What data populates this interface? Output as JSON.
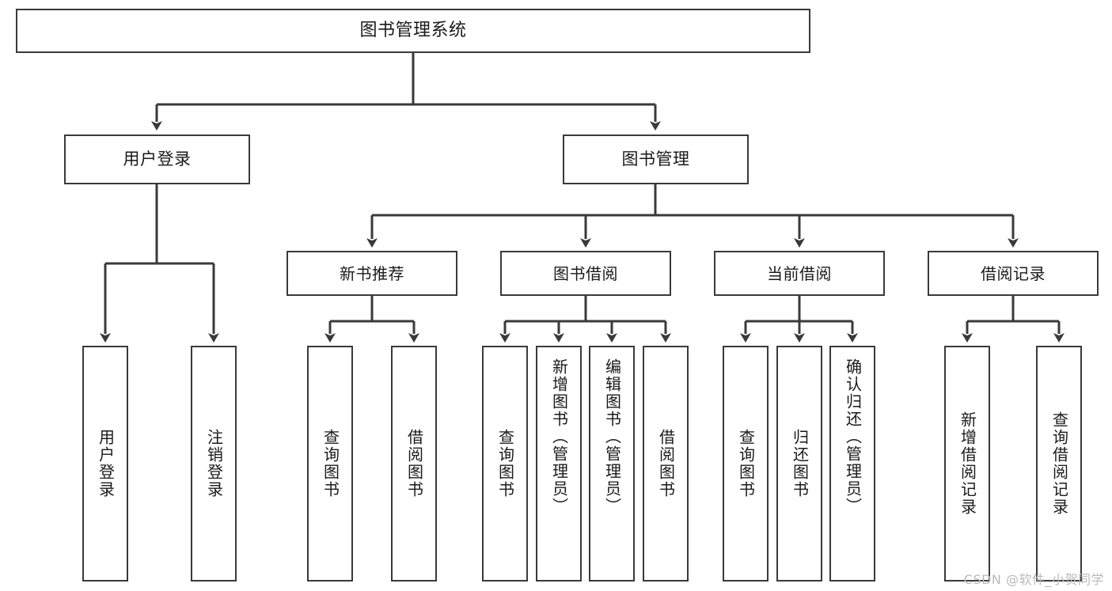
{
  "diagram": {
    "title": "图书管理系统",
    "type": "tree",
    "root": {
      "label": "图书管理系统",
      "children": [
        {
          "label": "用户登录",
          "children": [
            {
              "label": "用户登录"
            },
            {
              "label": "注销登录"
            }
          ]
        },
        {
          "label": "图书管理",
          "children": [
            {
              "label": "新书推荐",
              "children": [
                {
                  "label": "查询图书"
                },
                {
                  "label": "借阅图书"
                }
              ]
            },
            {
              "label": "图书借阅",
              "children": [
                {
                  "label": "查询图书"
                },
                {
                  "label": "新增图书（管理员）"
                },
                {
                  "label": "编辑图书（管理员）"
                },
                {
                  "label": "借阅图书"
                }
              ]
            },
            {
              "label": "当前借阅",
              "children": [
                {
                  "label": "查询图书"
                },
                {
                  "label": "归还图书"
                },
                {
                  "label": "确认归还（管理员）"
                }
              ]
            },
            {
              "label": "借阅记录",
              "children": [
                {
                  "label": "新增借阅记录"
                },
                {
                  "label": "查询借阅记录"
                }
              ]
            }
          ]
        }
      ]
    }
  },
  "nodes": {
    "root": "图书管理系统",
    "user_login": "用户登录",
    "book_manage": "图书管理",
    "new_book_rec": "新书推荐",
    "book_borrow": "图书借阅",
    "current_borrow": "当前借阅",
    "borrow_record": "借阅记录"
  },
  "leaves": {
    "user_login_1": "用户登录",
    "user_login_2": "注销登录",
    "new_book_1": "查询图书",
    "new_book_2": "借阅图书",
    "borrow_1": "查询图书",
    "borrow_2": "新增图书（管理员）",
    "borrow_3": "编辑图书（管理员）",
    "borrow_4": "借阅图书",
    "current_1": "查询图书",
    "current_2": "归还图书",
    "current_3": "确认归还（管理员）",
    "record_1": "新增借阅记录",
    "record_2": "查询借阅记录"
  },
  "watermark": "CSDN @软件_小贺同学",
  "colors": {
    "border": "#3a3a3a",
    "background": "#ffffff",
    "text": "#1a1a1a",
    "watermark": "#b9b9b9"
  }
}
